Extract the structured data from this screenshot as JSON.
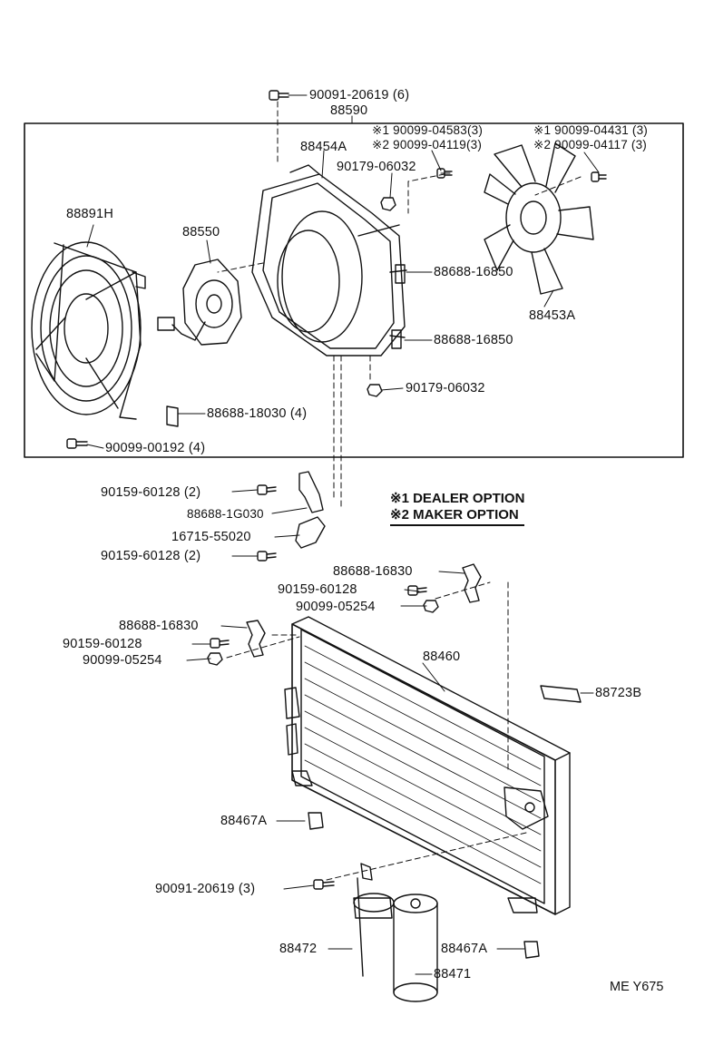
{
  "labels": {
    "p90091_20619_6": "90091-20619 (6)",
    "p88590": "88590",
    "p90099_04583": "※1 90099-04583(3)",
    "p90099_04119": "※2 90099-04119(3)",
    "p90099_04431": "※1 90099-04431 (3)",
    "p90099_04117": "※2 90099-04117 (3)",
    "p88454A": "88454A",
    "p90179_06032_top": "90179-06032",
    "p88891H": "88891H",
    "p88550": "88550",
    "p88688_16850_a": "88688-16850",
    "p88453A": "88453A",
    "p88688_16850_b": "88688-16850",
    "p90179_06032_bot": "90179-06032",
    "p88688_18030": "88688-18030 (4)",
    "p90099_00192": "90099-00192 (4)",
    "p90159_60128_2a": "90159-60128 (2)",
    "p88688_1G030": "88688-1G030",
    "p16715_55020": "16715-55020",
    "p90159_60128_2b": "90159-60128 (2)",
    "p88688_16830_r": "88688-16830",
    "p90159_60128_r": "90159-60128",
    "p90099_05254_r": "90099-05254",
    "p88688_16830_l": "88688-16830",
    "p90159_60128_l": "90159-60128",
    "p90099_05254_l": "90099-05254",
    "p88460": "88460",
    "p88723B": "88723B",
    "p88467A_l": "88467A",
    "p90091_20619_3": "90091-20619 (3)",
    "p88472": "88472",
    "p88467A_r": "88467A",
    "p88471": "88471"
  },
  "legend": {
    "dealer": "※1 DEALER OPTION",
    "maker": "※2 MAKER OPTION"
  },
  "diagram_code": "ME  Y675"
}
